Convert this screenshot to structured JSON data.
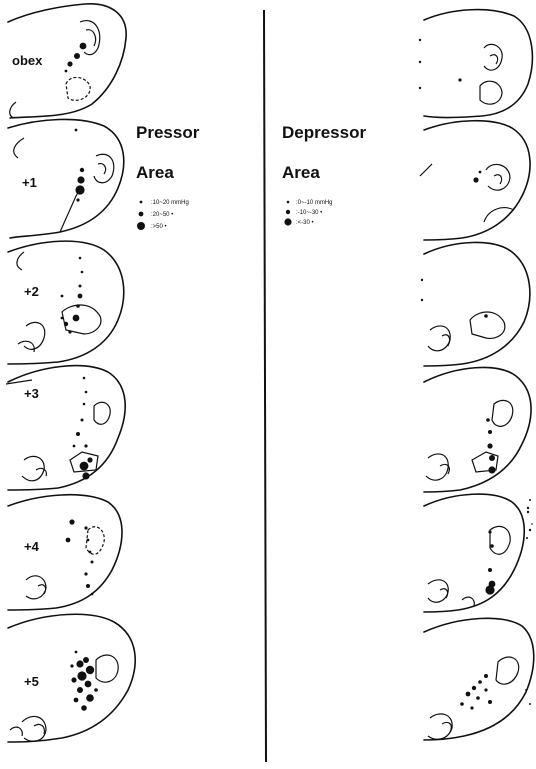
{
  "pressor_panel": {
    "title_line1": "Pressor",
    "title_line2": "Area",
    "legend": [
      {
        "label": ":10~20 mmHg",
        "size": "small"
      },
      {
        "label": ":20~50  •",
        "size": "medium"
      },
      {
        "label": ":>50    •",
        "size": "large"
      }
    ]
  },
  "depressor_panel": {
    "title_line1": "Depressor",
    "title_line2": "Area",
    "legend": [
      {
        "label": ":0~-10 mmHg",
        "size": "small"
      },
      {
        "label": ":-10~-30 •",
        "size": "medium"
      },
      {
        "label": ":<-30  •",
        "size": "large"
      }
    ]
  },
  "section_levels": [
    "obex",
    "+1",
    "+2",
    "+3",
    "+4",
    "+5"
  ],
  "colors": {
    "ink": "#111111",
    "background": "#ffffff"
  }
}
